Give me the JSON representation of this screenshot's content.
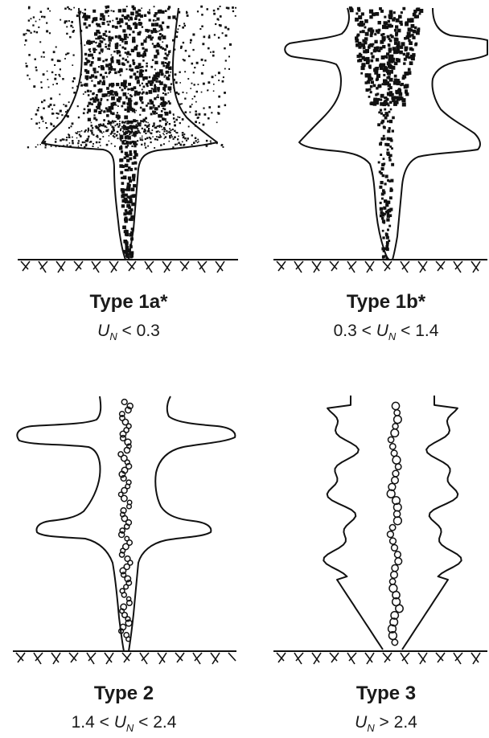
{
  "panels": [
    {
      "id": "type-1a",
      "title": "Type 1a*",
      "cond_pre": "",
      "cond_var": "U",
      "cond_sub": "N",
      "cond_post": " < 0.3"
    },
    {
      "id": "type-1b",
      "title": "Type 1b*",
      "cond_pre": "0.3 < ",
      "cond_var": "U",
      "cond_sub": "N",
      "cond_post": " < 1.4"
    },
    {
      "id": "type-2",
      "title": "Type 2",
      "cond_pre": "1.4 < ",
      "cond_var": "U",
      "cond_sub": "N",
      "cond_post": " < 2.4"
    },
    {
      "id": "type-3",
      "title": "Type 3",
      "cond_pre": "",
      "cond_var": "U",
      "cond_sub": "N",
      "cond_post": " > 2.4"
    }
  ],
  "colors": {
    "ink": "#111111",
    "background": "#ffffff"
  }
}
